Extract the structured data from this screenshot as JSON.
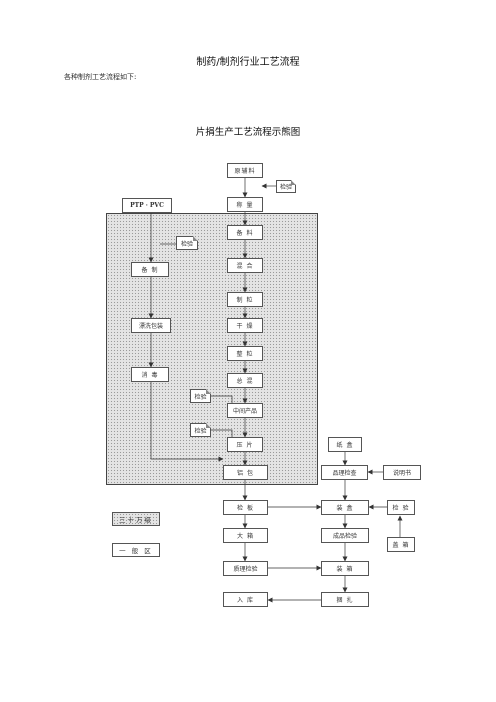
{
  "header": {
    "title": "制药/制剂行业工艺流程",
    "subtitle": "各种制剂工艺流程如下:",
    "figure_title": "片捐生产工艺流程示熊图"
  },
  "flow": {
    "raw_material": "原辅料",
    "check_top": "检验",
    "ptp_pvc": "PTP · PVC",
    "weigh": "称 量",
    "prep_right": "备 料",
    "check_left": "检验",
    "prep_left": "备 制",
    "mix": "混 合",
    "granulate": "制 粒",
    "dry": "干 燥",
    "sizing": "整 粒",
    "rinse_pack": "漂洗包装",
    "total_mix": "总 混",
    "sterilize": "消 毒",
    "check_mid1": "检验",
    "intermediate": "中间产品",
    "check_mid2": "检验",
    "tablet": "压 片",
    "carton": "纸 盒",
    "blister": "铝 包",
    "print_check": "品理检查",
    "leaflet": "说明书",
    "inspect": "检 板",
    "box_pack": "装 盒",
    "check_right": "检 验",
    "large_box": "大 箱",
    "final_check": "成品检验",
    "sealing": "盖 箱",
    "quality_check": "质理检验",
    "packing": "装 箱",
    "warehouse": "入 库",
    "strapping": "捆 扎"
  },
  "legend": {
    "clean_area": "三十万级",
    "general_area": "一 般 区"
  }
}
